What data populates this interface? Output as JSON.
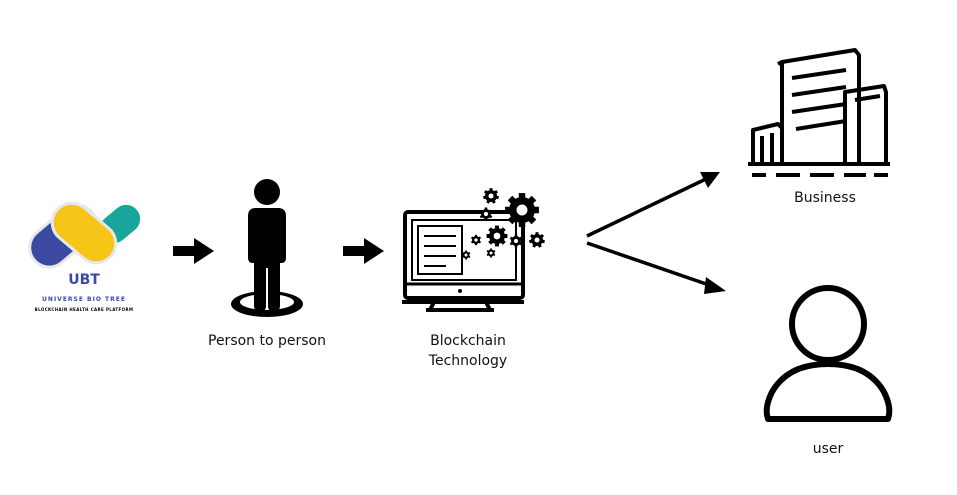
{
  "logo": {
    "title": "UBT",
    "subtitle": "UNIVERSE BIO TREE",
    "tagline": "BLOCKCHAIN HEALTH CARE PLATFORM",
    "colors": {
      "blue": "#3a4aa0",
      "yellow": "#f5c518",
      "teal": "#1aa59a"
    }
  },
  "nodes": {
    "person": {
      "label": "Person to person",
      "icon": "person-standing-icon"
    },
    "blockchain": {
      "label_line1": "Blockchain",
      "label_line2": "Technology",
      "icon": "computer-gears-icon"
    },
    "business": {
      "label": "Business",
      "icon": "buildings-icon"
    },
    "user": {
      "label": "user",
      "icon": "user-outline-icon"
    }
  },
  "colors": {
    "ink": "#000000",
    "background": "#ffffff"
  }
}
